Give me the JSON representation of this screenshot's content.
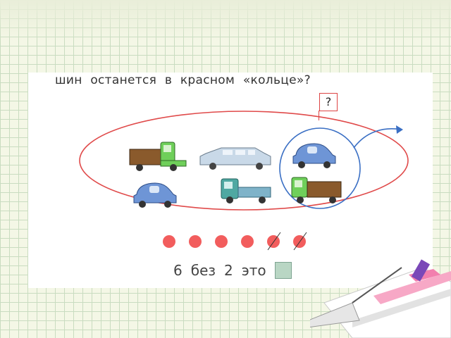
{
  "task": {
    "question_text": "шин останется в красном «кольце»?",
    "answer_placeholder": "?"
  },
  "equation": {
    "minuend": "6",
    "word_without": "без",
    "subtrahend": "2",
    "word_is": "это"
  },
  "circles": {
    "total": 6,
    "crossed_out": 2,
    "color": "#f25d5d"
  },
  "vehicles": [
    {
      "kind": "truck",
      "cab_color": "#6fcf5a",
      "body_color": "#8a5a2c"
    },
    {
      "kind": "limousine",
      "body_color": "#c9d9e8"
    },
    {
      "kind": "car",
      "body_color": "#6e95d6"
    },
    {
      "kind": "car",
      "body_color": "#6e95d6"
    },
    {
      "kind": "truck",
      "cab_color": "#4fa8a2",
      "body_color": "#7fb3c9"
    },
    {
      "kind": "truck",
      "cab_color": "#6fcf5a",
      "body_color": "#8a5a2c"
    }
  ],
  "colors": {
    "ring_red": "#e04a4a",
    "ring_blue": "#3a6fc4",
    "grid_line": "#c9dcc0"
  }
}
